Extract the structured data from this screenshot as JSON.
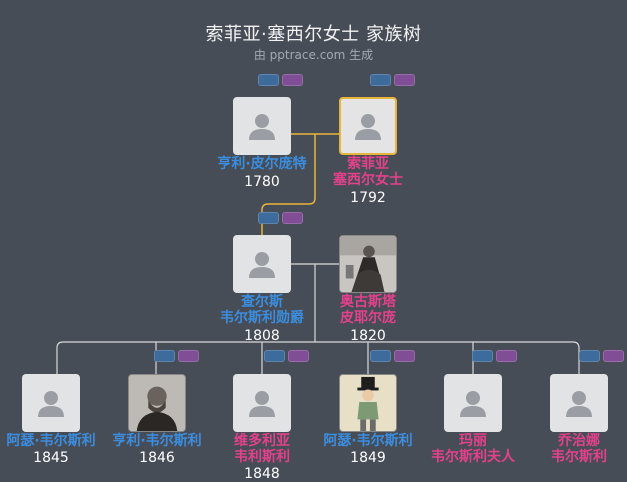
{
  "header": {
    "title": "索菲亚·塞西尔女士 家族树",
    "subtitle": "由 pptrace.com 生成"
  },
  "colors": {
    "background": "#474d56",
    "male_name": "#3b8de0",
    "female_name": "#e2418b",
    "selected_border": "#e8b53c",
    "line": "#d8d8d8",
    "selected_line": "#e8b53c",
    "chip_blue": "#3d6b9c",
    "chip_purple": "#7f4e95"
  },
  "people": {
    "henry_sr": {
      "name_lines": [
        "亨利·皮尔庞特"
      ],
      "year": "1780",
      "gender": "male",
      "avatar": "placeholder-avatar-icon"
    },
    "sophia": {
      "name_lines": [
        "索菲亚",
        "塞西尔女士"
      ],
      "year": "1792",
      "gender": "female",
      "avatar": "placeholder-avatar-icon",
      "selected": true
    },
    "charles": {
      "name_lines": [
        "查尔斯",
        "韦尔斯利勋爵"
      ],
      "year": "1808",
      "gender": "male",
      "avatar": "placeholder-avatar-icon"
    },
    "augusta": {
      "name_lines": [
        "奥古斯塔",
        "皮耶尔庞"
      ],
      "year": "1820",
      "gender": "female",
      "avatar": "portrait-photo-woman"
    },
    "arthur1": {
      "name_lines": [
        "阿瑟·韦尔斯利"
      ],
      "year": "1845",
      "gender": "male",
      "avatar": "placeholder-avatar-icon"
    },
    "henry": {
      "name_lines": [
        "亨利·韦尔斯利"
      ],
      "year": "1846",
      "gender": "male",
      "avatar": "portrait-photo-man"
    },
    "victoria": {
      "name_lines": [
        "维多利亚",
        "韦利斯利"
      ],
      "year": "1848",
      "gender": "female",
      "avatar": "placeholder-avatar-icon"
    },
    "arthur2": {
      "name_lines": [
        "阿瑟·韦尔斯利"
      ],
      "year": "1849",
      "gender": "male",
      "avatar": "caricature-man"
    },
    "mary": {
      "name_lines": [
        "玛丽",
        "韦尔斯利夫人"
      ],
      "year": "",
      "gender": "female",
      "avatar": "placeholder-avatar-icon"
    },
    "georgina": {
      "name_lines": [
        "乔治娜",
        "韦尔斯利"
      ],
      "year": "",
      "gender": "female",
      "avatar": "placeholder-avatar-icon"
    }
  }
}
